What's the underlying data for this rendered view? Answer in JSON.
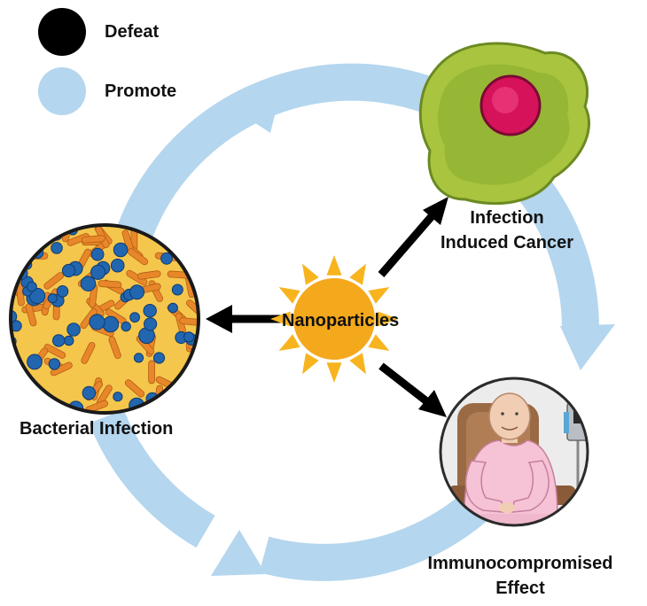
{
  "legend": {
    "defeat": {
      "label": "Defeat",
      "color": "#000000"
    },
    "promote": {
      "label": "Promote",
      "color": "#b4d6ee"
    }
  },
  "center": {
    "label": "Nanoparticles"
  },
  "nodes": {
    "cancer": {
      "line1": "Infection",
      "line2": "Induced Cancer"
    },
    "immuno": {
      "line1": "Immunocompromised",
      "line2": "Effect"
    },
    "bacteria": {
      "label": "Bacterial Infection"
    }
  },
  "colors": {
    "cycle": "#b4d6ee",
    "sun_core": "#f4a81c",
    "sun_rays": "#f7b41e",
    "cell_outer": "#a9c43e",
    "cell_inner": "#7fa02e",
    "nucleus": "#d6135a",
    "bacteria_bg": "#f5c64c",
    "cocci": "#2266b0",
    "rods": "#e8872a",
    "skin": "#f1cdb3",
    "gown": "#f6c3d6",
    "chair": "#9a6a44"
  },
  "icons": [
    "sun-icon",
    "cancer-cell-icon",
    "bacteria-icon",
    "patient-icon"
  ]
}
